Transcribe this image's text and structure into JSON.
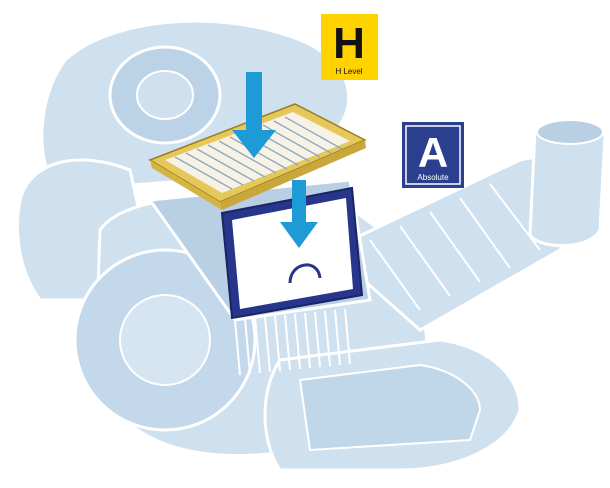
{
  "badges": {
    "h_badge": {
      "letter": "H",
      "caption": "H Level",
      "bg": "#ffd200",
      "fg": "#111111"
    },
    "a_badge": {
      "letter": "A",
      "caption": "Absolute",
      "bg": "#2b3f8f",
      "fg": "#ffffff"
    }
  },
  "icons": [
    "down-arrow-icon",
    "down-arrow-icon"
  ],
  "colors": {
    "vacuum_fill": "#cfe0ef",
    "vacuum_line": "#ffffff",
    "vacuum_shade": "#b9cfe3",
    "hepa_frame": "#e6c75a",
    "hepa_pleat": "#f6f3e6",
    "absolute_frame": "#27358a",
    "arrow": "#1e9ad6"
  }
}
